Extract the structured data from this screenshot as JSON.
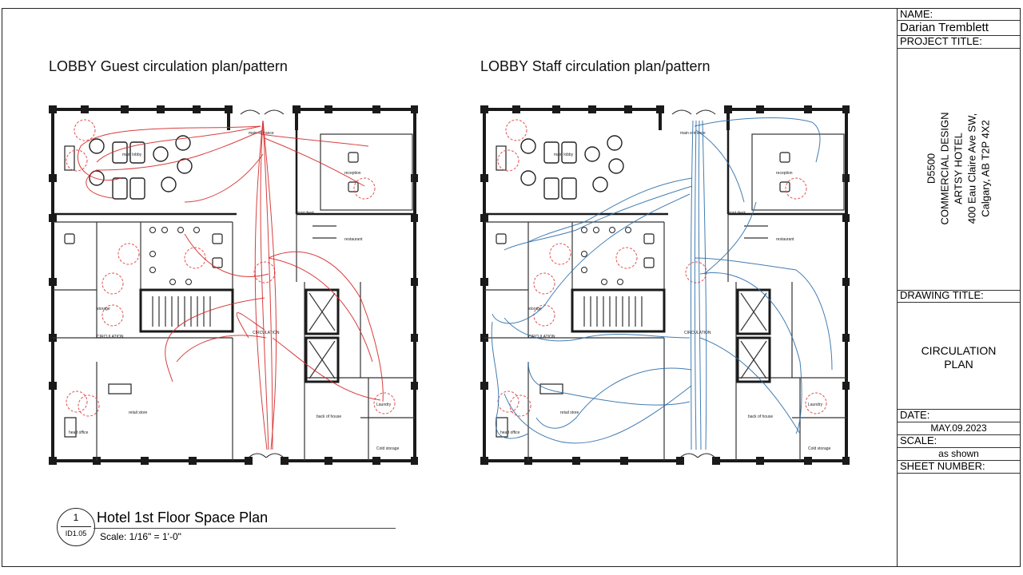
{
  "titles": {
    "guest_plan": "LOBBY Guest circulation plan/pattern",
    "staff_plan": "LOBBY Staff circulation plan/pattern"
  },
  "floor_labels": {
    "main_lobby": "main lobby",
    "reception": "reception",
    "restaurant": "restaurant",
    "storage": "storage",
    "circulation": "CIRCULATION",
    "front_desk": "front desk",
    "back_of_house": "back of house",
    "laundry": "Laundry",
    "cold_storage": "Cold storage",
    "retail_store": "retail store",
    "main_entrance": "main entrance",
    "head_office": "head office"
  },
  "space_plan": {
    "number": "1",
    "sheet_ref": "ID1.05",
    "title": "Hotel 1st Floor Space Plan",
    "scale": "Scale: 1/16\" = 1'-0\""
  },
  "title_block": {
    "name_label": "NAME:",
    "name_value": "Darian Tremblett",
    "project_title_label": "PROJECT TITLE:",
    "project_lines": [
      "D5500",
      "COMMERCIAL DESIGN",
      "ARTSY HOTEL",
      "400 Eau Claire Ave SW,",
      "Calgary, AB T2P 4X2"
    ],
    "drawing_title_label": "DRAWING TITLE:",
    "drawing_title_lines": [
      "CIRCULATION",
      "PLAN"
    ],
    "date_label": "DATE:",
    "date_value": "MAY.09.2023",
    "scale_label": "SCALE:",
    "scale_value": "as shown",
    "sheet_number_label": "SHEET NUMBER:",
    "sheet_number_value": ""
  },
  "colors": {
    "guest_path": "#d42a2a",
    "staff_path": "#2f6fa8",
    "wall": "#1a1a1a",
    "dashed_zone": "#e05050"
  }
}
